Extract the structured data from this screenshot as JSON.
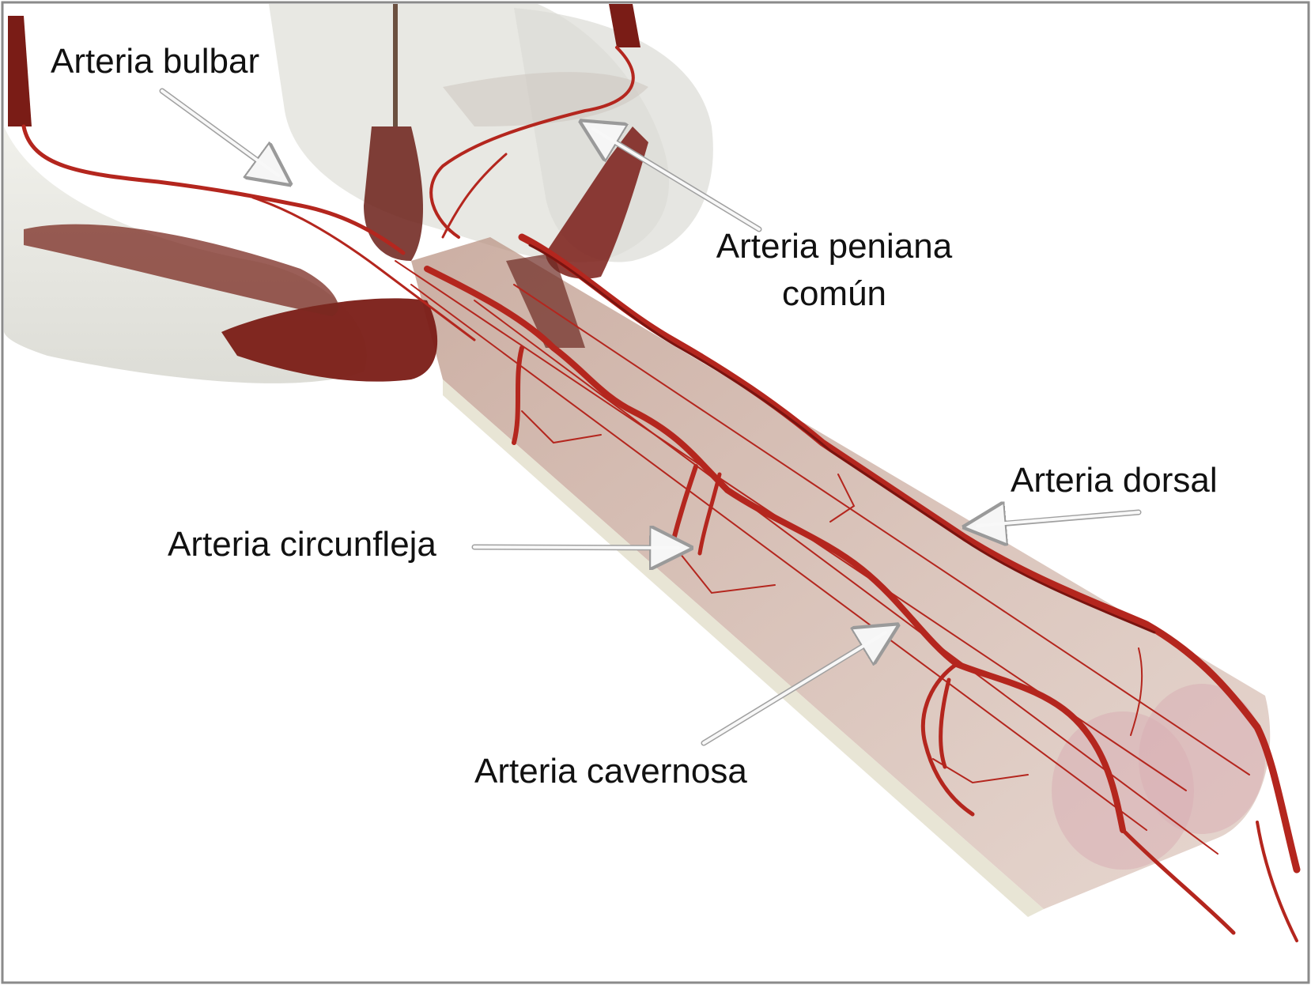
{
  "labels": {
    "bulbar": "Arteria bulbar",
    "peniana_line1": "Arteria peniana",
    "peniana_line2": "común",
    "dorsal": "Arteria dorsal",
    "circunfleja": "Arteria circunfleja",
    "cavernosa": "Arteria cavernosa"
  },
  "colors": {
    "artery": "#b4261e",
    "artery_dark": "#7a1410",
    "muscle": "#7a1c16",
    "shaft": "#c9a898",
    "bone": "#e6e6e0",
    "frame": "#888888",
    "arrow": "#f4f4f4"
  }
}
